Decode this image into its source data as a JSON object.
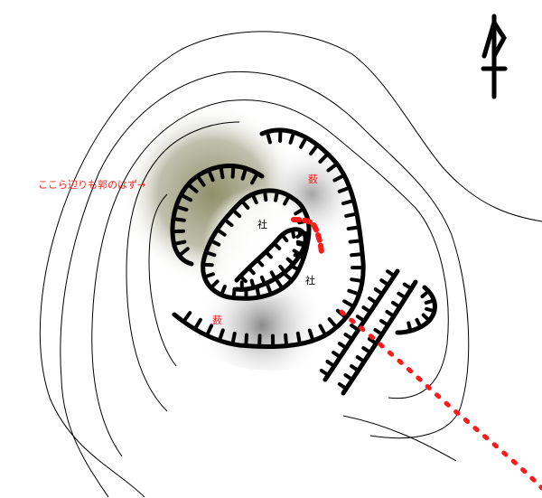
{
  "labels": {
    "note": "ここら辺りも郭のはず→",
    "bamboo_north": "薮",
    "bamboo_south": "薮",
    "shrine_upper": "社",
    "shrine_lower": "社"
  },
  "icons": {
    "north_arrow": "north-arrow-icon"
  },
  "colors": {
    "hachure": "#000000",
    "contour": "#000000",
    "trail": "#ff1a1a",
    "text_red": "#ff2020",
    "shade_olive": "#8f8f68",
    "shade_gray": "#8a8a8a"
  }
}
